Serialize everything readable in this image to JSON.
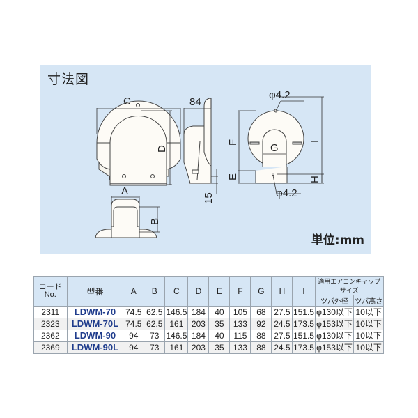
{
  "panel": {
    "title": "寸法図",
    "unit_label": "単位:mm",
    "dimension_labels": {
      "front_width": "C",
      "front_height": "D",
      "side_depth": "84",
      "side_offset": "15",
      "top_width": "A",
      "top_height": "B",
      "back_hole_top": "φ4.2",
      "back_hole_bottom": "φ4.2",
      "back_F": "F",
      "back_E": "E",
      "back_G": "G",
      "back_I": "I",
      "back_H": "H"
    }
  },
  "table": {
    "headers": {
      "code": "コード",
      "code_no": "No.",
      "model": "型番",
      "dims": [
        "A",
        "B",
        "C",
        "D",
        "E",
        "F",
        "G",
        "H",
        "I"
      ],
      "cap_group": "適用エアコンキャップサイズ",
      "cap_outer": "ツバ外径",
      "cap_height": "ツバ高さ"
    },
    "rows": [
      {
        "code": "2311",
        "model": "LDWM-70",
        "A": "74.5",
        "B": "62.5",
        "C": "146.5",
        "D": "184",
        "E": "40",
        "F": "105",
        "G": "68",
        "H": "27.5",
        "I": "151.5",
        "cap_outer": "φ130以下",
        "cap_height": "10以下"
      },
      {
        "code": "2323",
        "model": "LDWM-70L",
        "A": "74.5",
        "B": "62.5",
        "C": "161",
        "D": "203",
        "E": "35",
        "F": "133",
        "G": "92",
        "H": "24.5",
        "I": "173.5",
        "cap_outer": "φ153以下",
        "cap_height": "10以下"
      },
      {
        "code": "2362",
        "model": "LDWM-90",
        "A": "94",
        "B": "73",
        "C": "146.5",
        "D": "184",
        "E": "40",
        "F": "115",
        "G": "88",
        "H": "27.5",
        "I": "151.5",
        "cap_outer": "φ130以下",
        "cap_height": "10以下"
      },
      {
        "code": "2369",
        "model": "LDWM-90L",
        "A": "94",
        "B": "73",
        "C": "161",
        "D": "203",
        "E": "35",
        "F": "133",
        "G": "88",
        "H": "24.5",
        "I": "173.5",
        "cap_outer": "φ153以下",
        "cap_height": "10以下"
      }
    ]
  }
}
